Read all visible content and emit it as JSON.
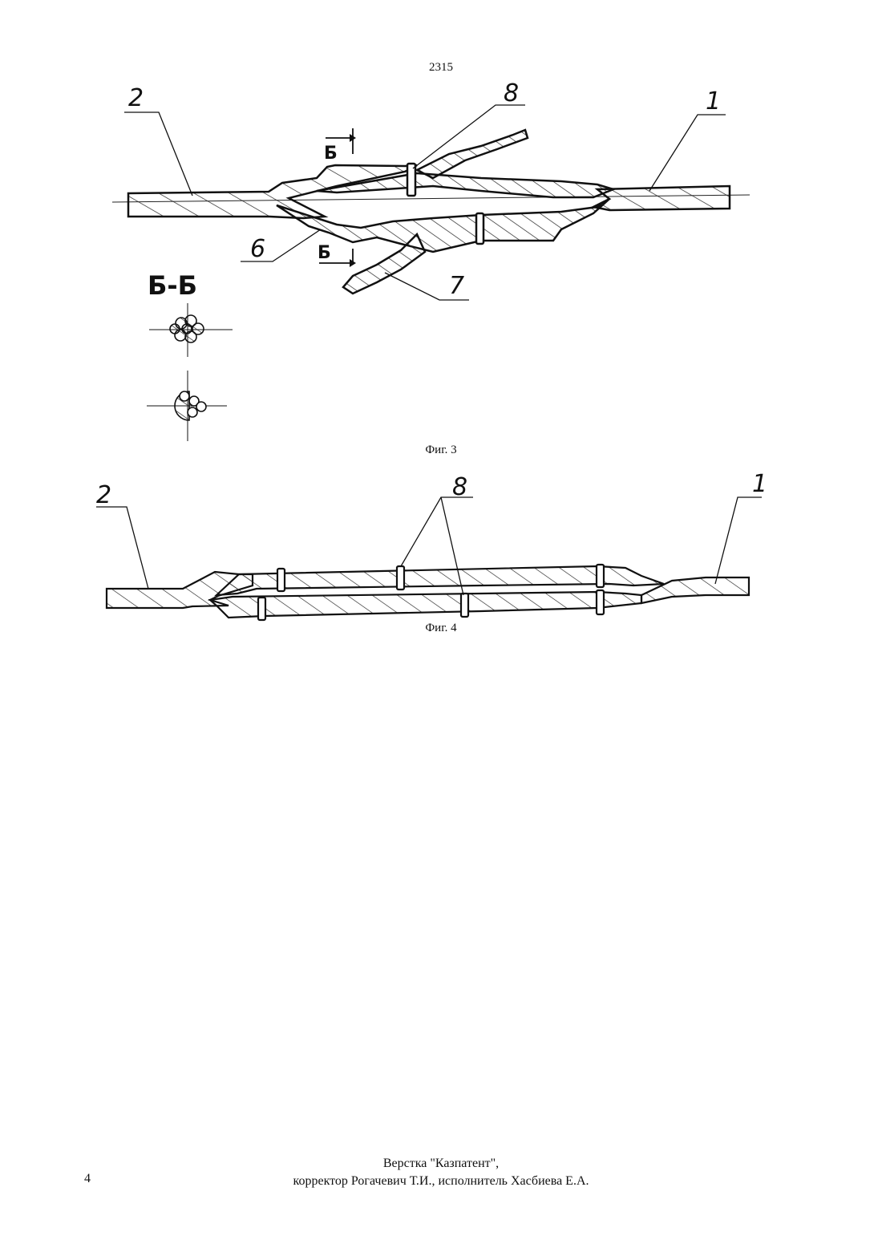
{
  "page_number": "2315",
  "figures": [
    {
      "caption": "Фиг. 3",
      "callouts": [
        "2",
        "8",
        "1",
        "6",
        "7"
      ],
      "section_marks": [
        "Б",
        "Б"
      ],
      "section_view_title": "Б-Б"
    },
    {
      "caption": "Фиг. 4",
      "callouts": [
        "2",
        "8",
        "1"
      ]
    }
  ],
  "footer": {
    "line1": "Верстка \"Казпатент\",",
    "line2": "корректор Рогачевич Т.И., исполнитель Хасбиева Е.А.",
    "folio": "4"
  }
}
